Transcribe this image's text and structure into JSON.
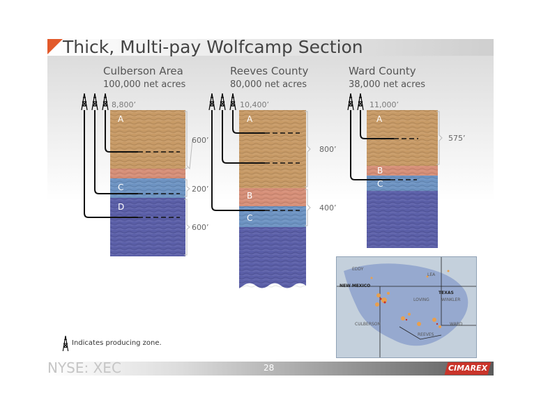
{
  "title": "Thick, Multi-pay Wolfcamp Section",
  "columns": [
    {
      "name": "Culberson Area",
      "acres": "100,000 net acres",
      "depth": "8,800’",
      "zones": [
        "A",
        "C",
        "D"
      ],
      "thicknesses": [
        "600’",
        "200’",
        "600’"
      ]
    },
    {
      "name": "Reeves County",
      "acres": "80,000 net acres",
      "depth": "10,400’",
      "zones": [
        "A",
        "B",
        "C"
      ],
      "thicknesses": [
        "800’",
        "400’"
      ]
    },
    {
      "name": "Ward County",
      "acres": "38,000 net acres",
      "depth": "11,000’",
      "zones": [
        "A",
        "B",
        "C"
      ],
      "thicknesses": [
        "575’"
      ]
    }
  ],
  "map": {
    "labels": [
      "EDDY",
      "LEA",
      "NEW MEXICO",
      "TEXAS",
      "LOVING",
      "WINKLER",
      "CULBERSON",
      "WARD",
      "REEVES"
    ]
  },
  "legend": {
    "text": "Indicates producing zone.",
    "icon": "oil-derrick-icon"
  },
  "footer": {
    "ticker": "NYSE: XEC",
    "page": "28",
    "logo": "CIMAREX"
  },
  "colors": {
    "accent": "#e2592a",
    "tan": "#c79a66",
    "salmon": "#d68f78",
    "blue": "#6d93c2",
    "purple": "#5b5fa8",
    "logo": "#c9342a"
  }
}
